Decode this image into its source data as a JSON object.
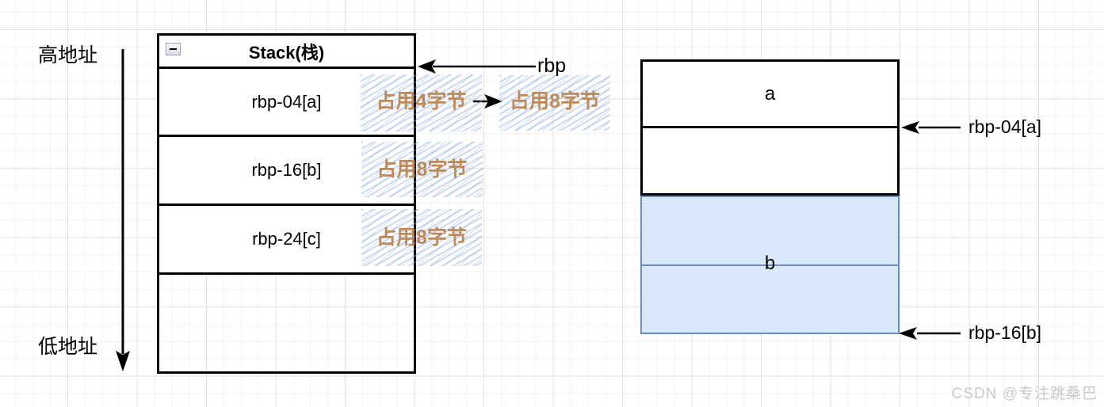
{
  "address_axis": {
    "high_label": "高地址",
    "low_label": "低地址"
  },
  "stack_table": {
    "title": "Stack(栈)",
    "collapse_icon": "minus-icon",
    "rows": [
      "rbp-04[a]",
      "rbp-16[b]",
      "rbp-24[c]",
      ""
    ]
  },
  "rbp_pointer": {
    "label": "rbp"
  },
  "annotations": {
    "row1_left": "占用4字节",
    "row1_right": "占用8字节",
    "row2": "占用8字节",
    "row3": "占用8字节"
  },
  "memory_boxes": {
    "a_label": "a",
    "b_label": "b",
    "pointer_a_label": "rbp-04[a]",
    "pointer_b_label": "rbp-16[b]"
  },
  "watermark": {
    "text": "CSDN @专注跳桑巴"
  },
  "colors": {
    "annotation_text": "#bd8a58",
    "highlight_hatch": "#82a5e6",
    "blue_box_fill": "#dae8fc",
    "blue_box_border": "#6c8ebf",
    "line_color": "#000000",
    "watermark_gray": "#c9c9c9"
  }
}
